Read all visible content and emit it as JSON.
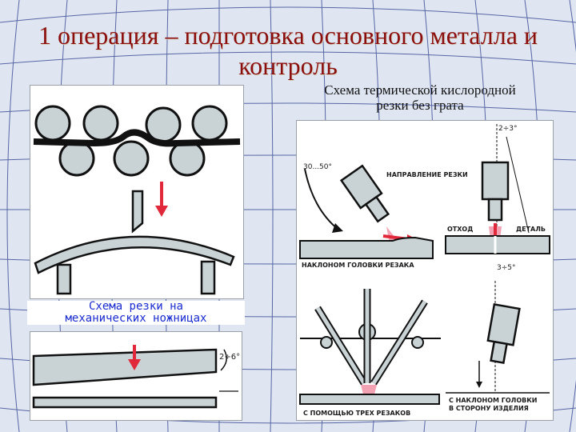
{
  "slide": {
    "title_line1": "1 операция – подготовка основного металла и",
    "title_line2": "контроль"
  },
  "left_figure": {
    "caption_line1": "Схема резки на",
    "caption_line2": "механических ножницах",
    "lower_angle": "2÷6°"
  },
  "right_figure": {
    "caption_line1": "Схема термической кислородной",
    "caption_line2": "резки без грата",
    "angle_30_50": "30...50°",
    "angle_2_3": "2÷3°",
    "angle_3_5": "3÷5°",
    "label_cut_direction": "НАПРАВЛЕНИЕ РЕЗКИ",
    "label_scrap": "ОТХОД",
    "label_part": "ДЕТАЛЬ",
    "label_tilt_head": "НАКЛОНОМ ГОЛОВКИ РЕЗАКА",
    "label_three_cutters": "С ПОМОЩЬЮ ТРЕХ РЕЗАКОВ",
    "label_tilt_side_1": "С НАКЛОНОМ ГОЛОВКИ",
    "label_tilt_side_2": "В СТОРОНУ ИЗДЕЛИЯ"
  },
  "colors": {
    "title": "#8a0e0e",
    "left_caption": "#1a2bd0",
    "arrow_red": "#e0283a",
    "flame_pink": "#f2a2b2",
    "steel_gray": "#c9d3d6",
    "background": "#dfe6f2"
  }
}
